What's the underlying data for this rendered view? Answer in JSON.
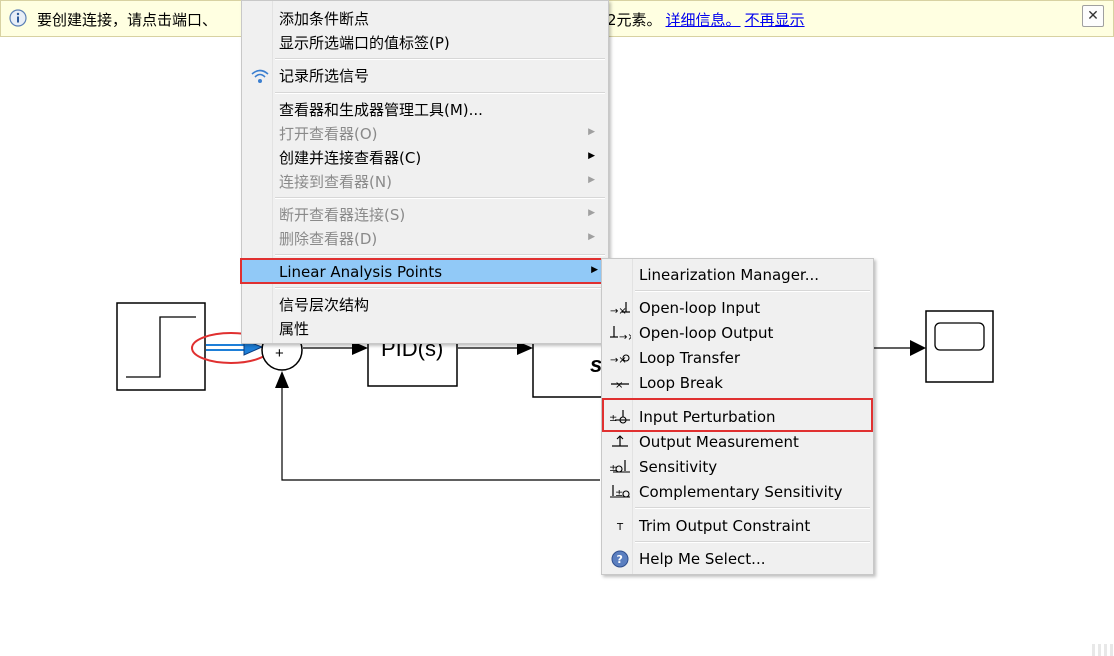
{
  "infobar": {
    "text_left": "要创建连接，请点击端口、",
    "text_right": "2元素。",
    "link_details": "详细信息。",
    "link_dismiss": "不再显示",
    "close_label": "✕"
  },
  "diagram": {
    "pid_label": "PID(s)",
    "plant_label": "s",
    "sum_sign": "+"
  },
  "context_menu": {
    "items": [
      {
        "label": "添加条件断点",
        "disabled": false
      },
      {
        "label": "显示所选端口的值标签(P)",
        "disabled": false
      },
      {
        "label": "记录所选信号",
        "disabled": false,
        "icon": "wifi-log-icon"
      },
      {
        "label": "查看器和生成器管理工具(M)...",
        "disabled": false
      },
      {
        "label": "打开查看器(O)",
        "disabled": true,
        "submenu": true
      },
      {
        "label": "创建并连接查看器(C)",
        "disabled": false,
        "submenu": true
      },
      {
        "label": "连接到查看器(N)",
        "disabled": true,
        "submenu": true
      },
      {
        "label": "断开查看器连接(S)",
        "disabled": true,
        "submenu": true
      },
      {
        "label": "删除查看器(D)",
        "disabled": true,
        "submenu": true
      },
      {
        "label": "Linear Analysis Points",
        "disabled": false,
        "submenu": true,
        "highlighted": true
      },
      {
        "label": "信号层次结构",
        "disabled": false
      },
      {
        "label": "属性",
        "disabled": false
      }
    ]
  },
  "submenu": {
    "items": [
      {
        "label": "Linearization Manager..."
      },
      {
        "label": "Open-loop Input",
        "icon": "open-loop-input-icon"
      },
      {
        "label": "Open-loop Output",
        "icon": "open-loop-output-icon"
      },
      {
        "label": "Loop Transfer",
        "icon": "loop-transfer-icon"
      },
      {
        "label": "Loop Break",
        "icon": "loop-break-icon"
      },
      {
        "label": "Input Perturbation",
        "icon": "input-perturbation-icon"
      },
      {
        "label": "Output Measurement",
        "icon": "output-measurement-icon"
      },
      {
        "label": "Sensitivity",
        "icon": "sensitivity-icon"
      },
      {
        "label": "Complementary Sensitivity",
        "icon": "complementary-sensitivity-icon"
      },
      {
        "label": "Trim Output Constraint",
        "icon": "trim-constraint-icon"
      },
      {
        "label": "Help Me Select...",
        "icon": "help-icon"
      }
    ]
  },
  "colors": {
    "highlight": "#91c9f7",
    "annotation_red": "#e03030",
    "signal_blue": "#1e7fd8",
    "infobar_bg": "#ffffe1"
  }
}
